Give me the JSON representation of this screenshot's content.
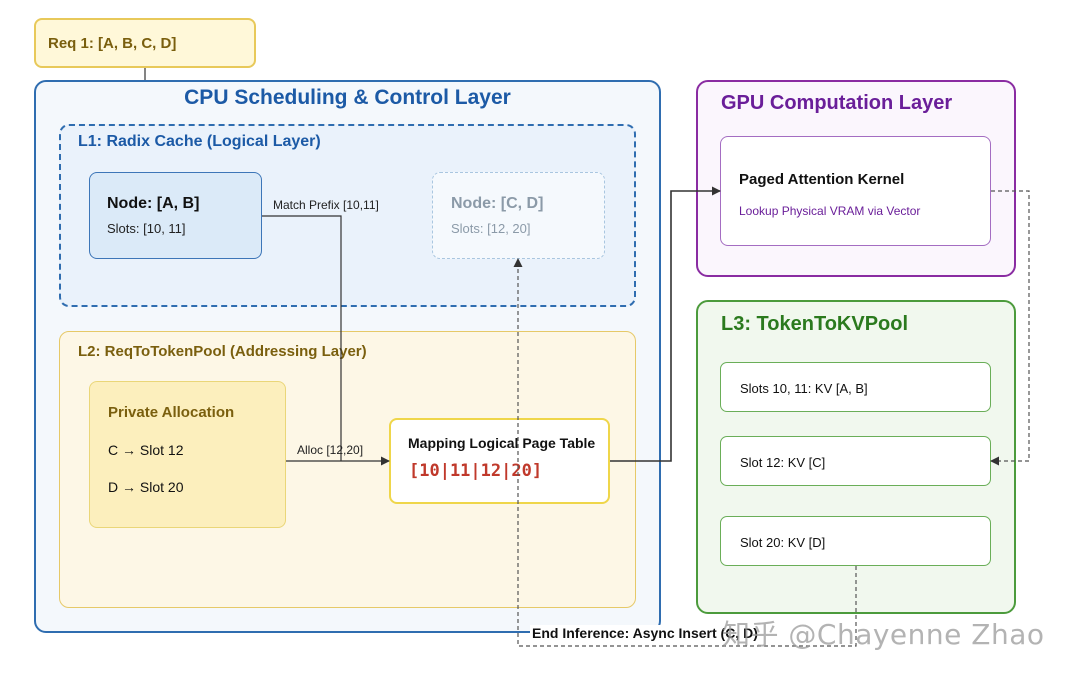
{
  "request": {
    "label": "Req 1: [A, B, C, D]"
  },
  "cpu_layer": {
    "title": "CPU Scheduling & Control Layer",
    "l1": {
      "title": "L1: Radix Cache (Logical Layer)",
      "node_ab": {
        "title": "Node: [A, B]",
        "slots": "Slots: [10, 11]"
      },
      "node_cd": {
        "title": "Node: [C, D]",
        "slots": "Slots: [12, 20]"
      }
    },
    "l2": {
      "title": "L2: ReqToTokenPool (Addressing Layer)",
      "private_allocation": {
        "title": "Private Allocation",
        "line_c": "C → Slot 12",
        "line_d": "D → Slot 20"
      },
      "mapping_table": {
        "title": "Mapping Logical Page Table",
        "array": "[10|11|12|20]"
      }
    }
  },
  "gpu_layer": {
    "title": "GPU Computation Layer",
    "kernel": {
      "title": "Paged Attention Kernel",
      "subtitle": "Lookup Physical VRAM via Vector"
    }
  },
  "l3": {
    "title": "L3: TokenToKVPool",
    "slots": [
      "Slots 10, 11: KV [A, B]",
      "Slot 12: KV [C]",
      "Slot 20: KV [D]"
    ]
  },
  "edges": {
    "match_prefix": "Match Prefix [10,11]",
    "alloc": "Alloc [12,20]",
    "end_inference": "End Inference: Async Insert (C, D)"
  },
  "watermark": "知乎 @Chayenne Zhao",
  "colors": {
    "cpu_border": "#2f6db0",
    "gpu_border": "#8a2ca2",
    "l3_border": "#4c9b3c",
    "l2_border": "#e6c968",
    "array_text": "#c0392b"
  }
}
